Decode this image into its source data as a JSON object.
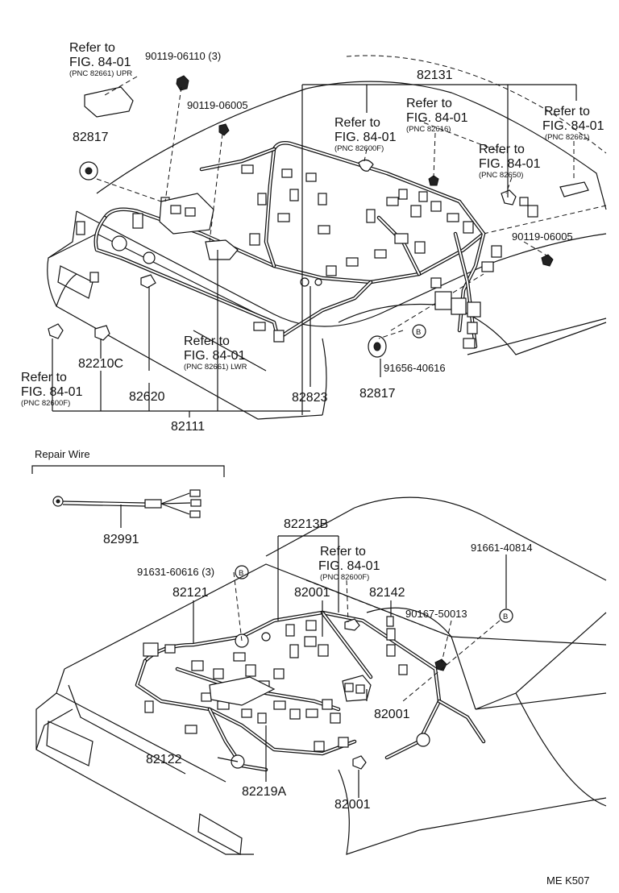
{
  "upper": {
    "ref_upr": {
      "line1": "Refer to",
      "line2": "FIG. 84-01",
      "line3": "(PNC 82661) UPR"
    },
    "bolt_1": "90119-06110 (3)",
    "bolt_2": "90119-06005",
    "part_82817_left": "82817",
    "part_82131": "82131",
    "ref_82600f_top": {
      "line1": "Refer to",
      "line2": "FIG. 84-01",
      "line3": "(PNC 82600F)"
    },
    "ref_82616": {
      "line1": "Refer to",
      "line2": "FIG. 84-01",
      "line3": "(PNC 82616)"
    },
    "ref_82661_right": {
      "line1": "Refer to",
      "line2": "FIG. 84-01",
      "line3": "(PNC 82661)"
    },
    "ref_82650": {
      "line1": "Refer to",
      "line2": "FIG. 84-01",
      "line3": "(PNC 82650)"
    },
    "bolt_3": "90119-06005",
    "ref_lwr": {
      "line1": "Refer to",
      "line2": "FIG. 84-01",
      "line3": "(PNC 82661) LWR"
    },
    "part_82210c": "82210C",
    "ref_82600f_left": {
      "line1": "Refer to",
      "line2": "FIG. 84-01",
      "line3": "(PNC 82600F)"
    },
    "part_82620": "82620",
    "part_82823": "82823",
    "part_82817_center": "82817",
    "bolt_4": "91656-40616",
    "part_82111": "82111",
    "marker_b": "B"
  },
  "repair": {
    "title": "Repair Wire",
    "part_82991": "82991"
  },
  "lower": {
    "part_82213b": "82213B",
    "ref_82600f": {
      "line1": "Refer to",
      "line2": "FIG. 84-01",
      "line3": "(PNC 82600F)"
    },
    "bolt_91661": "91661-40814",
    "bolt_91631": "91631-60616 (3)",
    "part_82121": "82121",
    "part_82001_top": "82001",
    "part_82142": "82142",
    "bolt_90167": "90167-50013",
    "part_82001_mid": "82001",
    "part_82122": "82122",
    "part_82219a": "82219A",
    "part_82001_bottom": "82001",
    "marker_b": "B"
  },
  "footer": {
    "code": "ME  K507"
  }
}
